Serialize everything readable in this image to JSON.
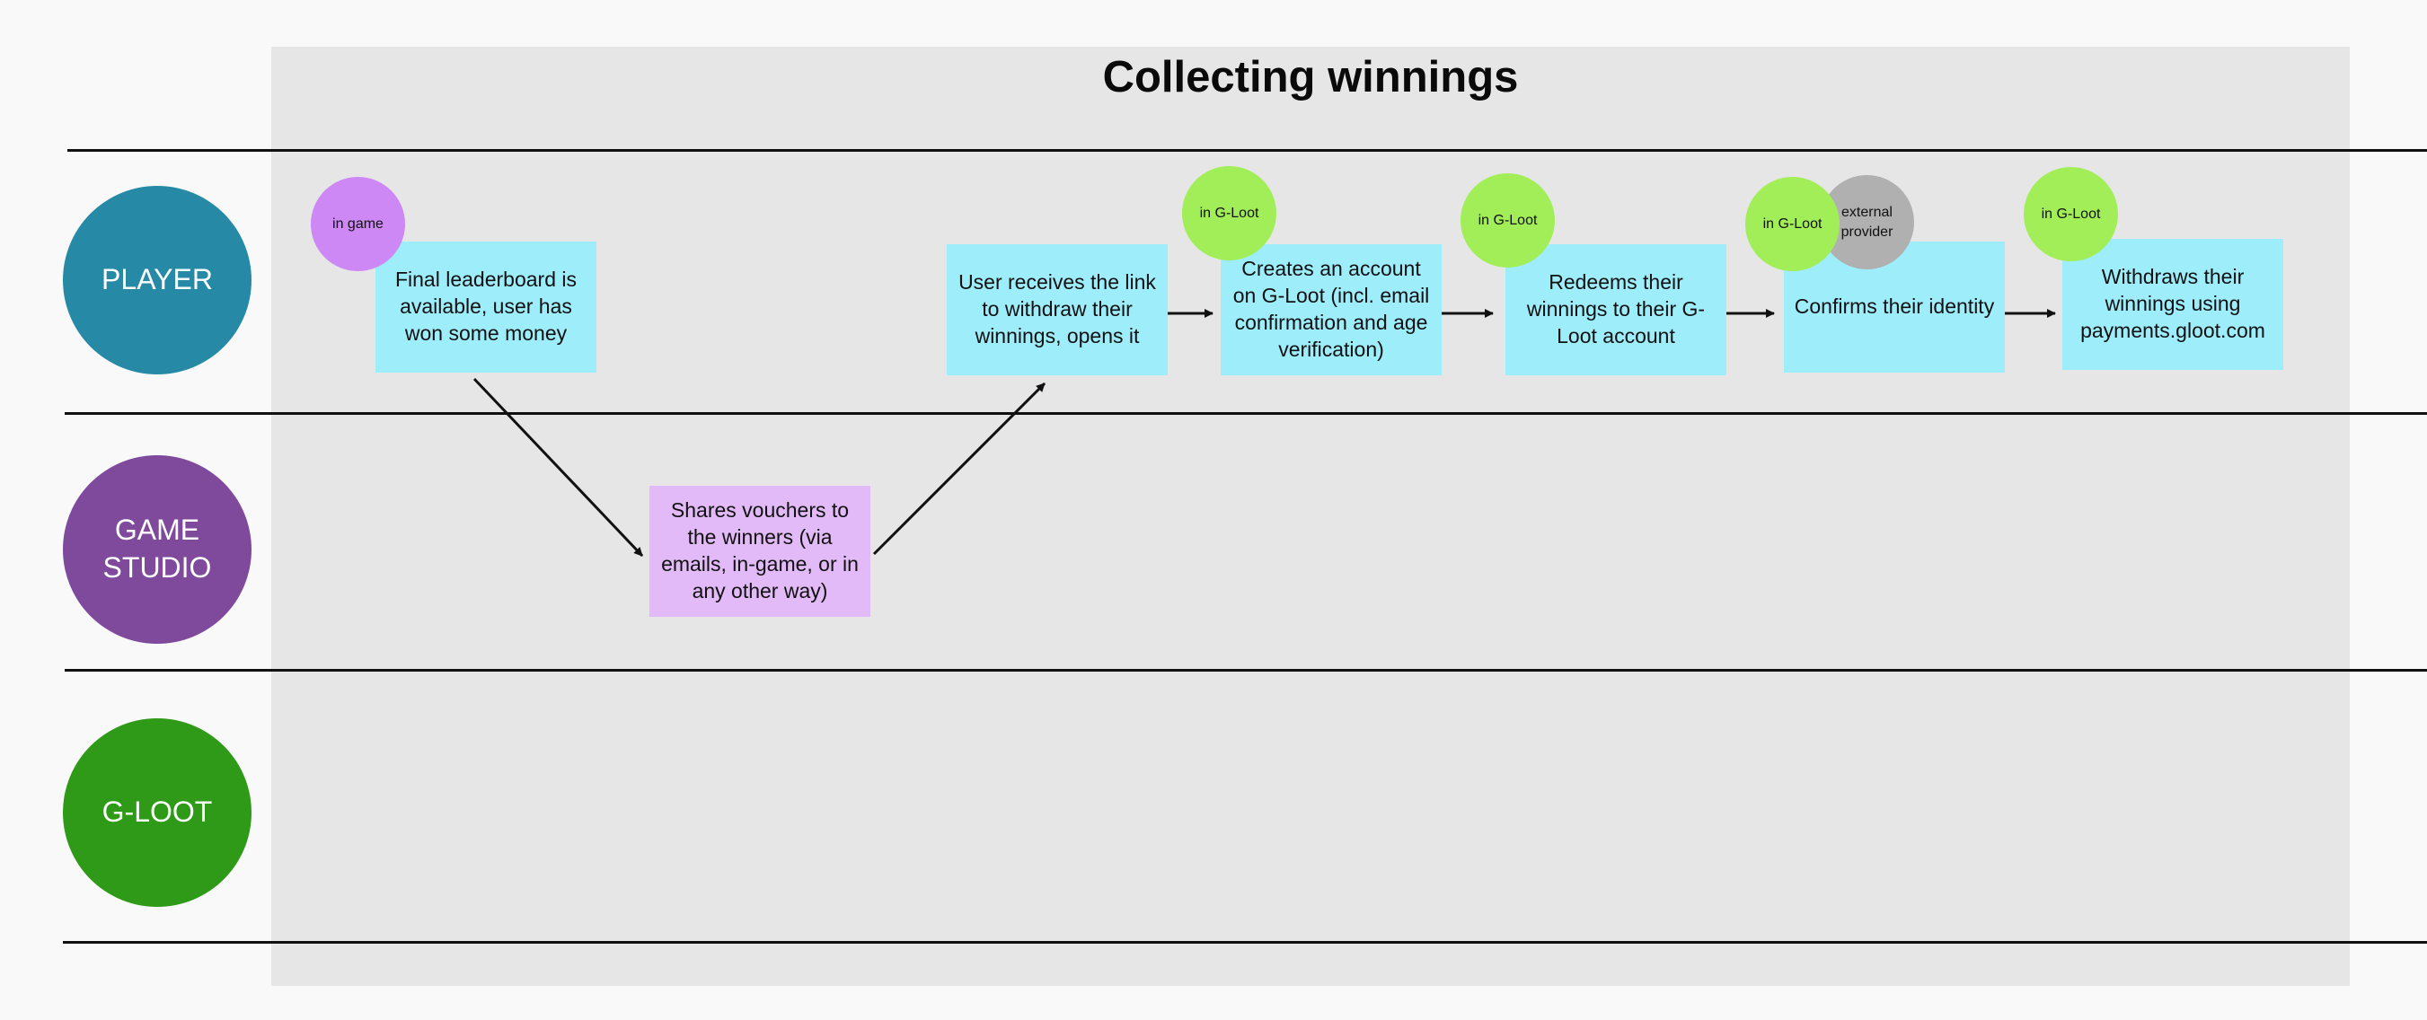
{
  "title": "Collecting winnings",
  "colors": {
    "player": "#268aa6",
    "studio": "#7f4a9c",
    "gloot": "#2f9a17",
    "player_step": "#9dedfb",
    "studio_step": "#e2baf7",
    "tag_game": "#cd88f6",
    "tag_gloot": "#a2ee58",
    "tag_external": "#b0b0b0",
    "board": "#e6e6e6"
  },
  "lanes": [
    {
      "id": "player",
      "label": "PLAYER"
    },
    {
      "id": "studio",
      "label": "GAME\nSTUDIO"
    },
    {
      "id": "gloot",
      "label": "G-LOOT"
    }
  ],
  "steps": [
    {
      "id": "s1",
      "lane": "player",
      "text": "Final leaderboard is available, user has won some money"
    },
    {
      "id": "s2",
      "lane": "studio",
      "text": "Shares vouchers to the winners (via emails, in-game, or in any other way)"
    },
    {
      "id": "s3",
      "lane": "player",
      "text": "User receives the link to withdraw their winnings, opens it"
    },
    {
      "id": "s4",
      "lane": "player",
      "text": "Creates an account on G-Loot (incl. email confirmation and age verification)"
    },
    {
      "id": "s5",
      "lane": "player",
      "text": "Redeems their winnings to their G-Loot account"
    },
    {
      "id": "s6",
      "lane": "player",
      "text": "Confirms their identity"
    },
    {
      "id": "s7",
      "lane": "player",
      "text": "Withdraws their winnings using payments.gloot.com"
    }
  ],
  "tags": [
    {
      "id": "t1",
      "text": "in game",
      "kind": "game"
    },
    {
      "id": "t2",
      "text": "in G-Loot",
      "kind": "gloot"
    },
    {
      "id": "t3",
      "text": "in G-Loot",
      "kind": "gloot"
    },
    {
      "id": "t4",
      "text": "in G-Loot",
      "kind": "gloot"
    },
    {
      "id": "t5",
      "text": "external provider",
      "kind": "external"
    },
    {
      "id": "t6",
      "text": "in G-Loot",
      "kind": "gloot"
    }
  ],
  "connections": [
    {
      "from": "s1",
      "to": "s2"
    },
    {
      "from": "s2",
      "to": "s3"
    },
    {
      "from": "s3",
      "to": "s4"
    },
    {
      "from": "s4",
      "to": "s5"
    },
    {
      "from": "s5",
      "to": "s6"
    },
    {
      "from": "s6",
      "to": "s7"
    }
  ]
}
